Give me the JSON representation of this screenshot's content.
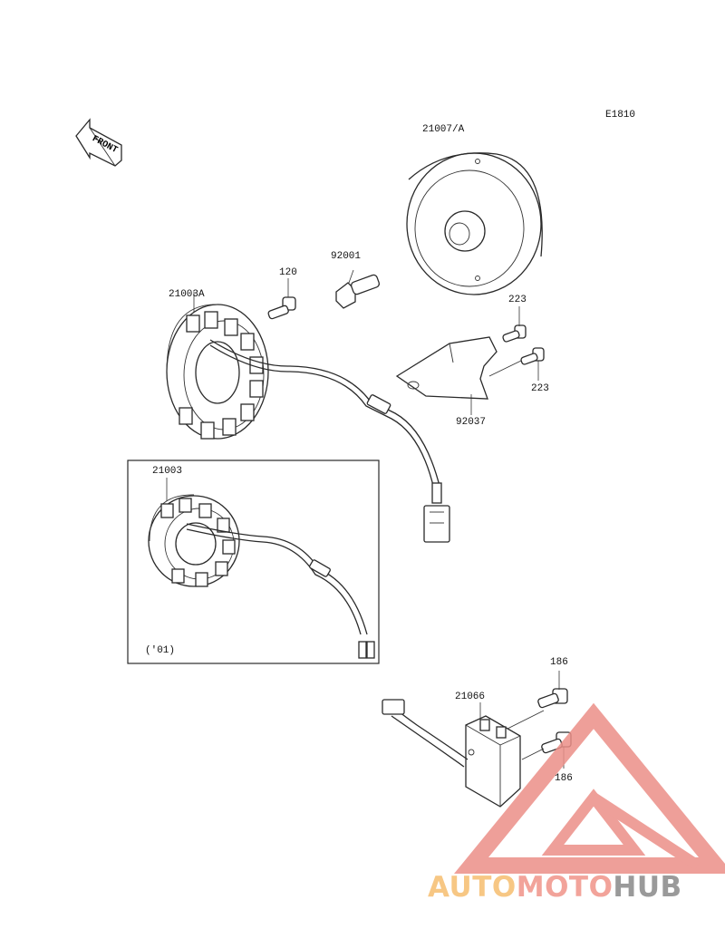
{
  "diagram_code": "E1810",
  "front_label": "FRONT",
  "inset_note": "('01)",
  "parts": {
    "flywheel": "21007/A",
    "bolt_92001": "92001",
    "bolt_120": "120",
    "stator_main": "21003A",
    "screw_223_upper": "223",
    "screw_223_lower": "223",
    "clamp": "92037",
    "stator_inset": "21003",
    "bolt_186_upper": "186",
    "bolt_186_lower": "186",
    "regulator": "21066"
  },
  "watermark": {
    "part1": "AUTO",
    "part2": "MOTO",
    "part3": "HUB",
    "colors": {
      "part1": "#f7c784",
      "part2": "#f2a39a",
      "part3": "#9a9a9a",
      "triangle": "#ec8f88"
    }
  }
}
